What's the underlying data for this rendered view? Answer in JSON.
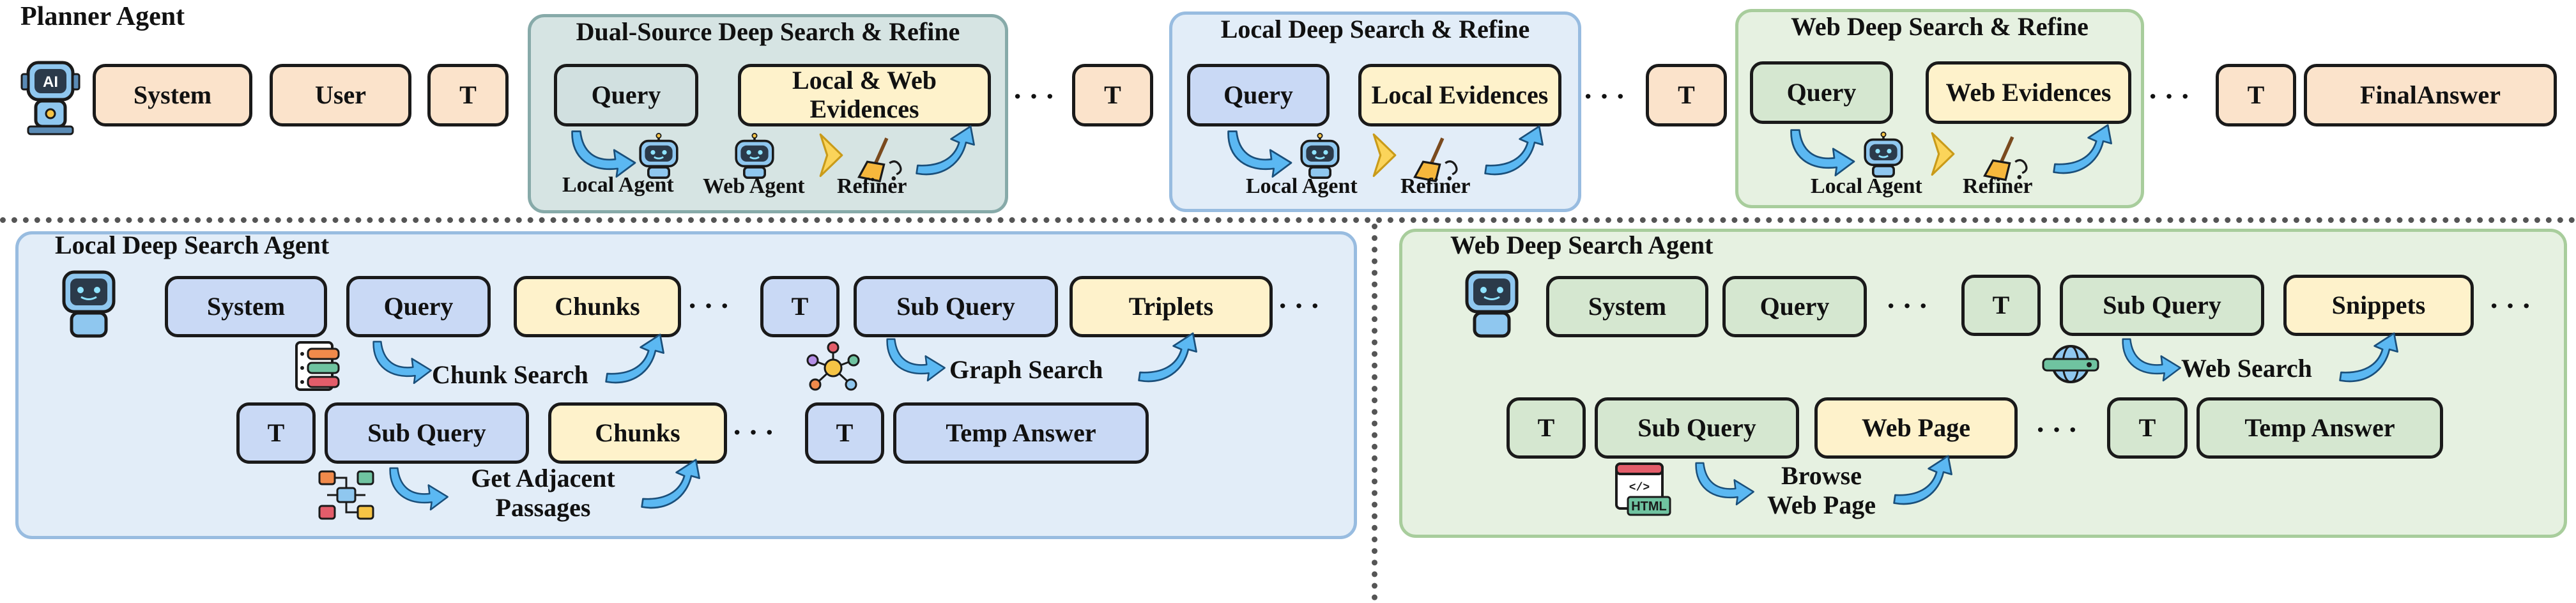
{
  "planner": {
    "title": "Planner Agent",
    "tokens": {
      "system": "System",
      "user": "User",
      "t1": "T",
      "t2": "T",
      "t3": "T",
      "t4": "T",
      "final": "FinalAnswer"
    }
  },
  "dual_source": {
    "title": "Dual-Source Deep Search & Refine",
    "query": "Query",
    "evidences": "Local & Web Evidences",
    "local_agent": "Local Agent",
    "web_agent": "Web Agent",
    "refiner": "Refiner"
  },
  "local_refine": {
    "title": "Local Deep Search & Refine",
    "query": "Query",
    "evidences": "Local Evidences",
    "local_agent": "Local Agent",
    "refiner": "Refiner"
  },
  "web_refine": {
    "title": "Web Deep Search & Refine",
    "query": "Query",
    "evidences": "Web Evidences",
    "local_agent": "Local Agent",
    "refiner": "Refiner"
  },
  "local_agent_panel": {
    "title": "Local Deep Search Agent",
    "row1": {
      "system": "System",
      "query": "Query",
      "chunks": "Chunks",
      "t": "T",
      "sub_query": "Sub Query",
      "triplets": "Triplets"
    },
    "chunk_search": "Chunk Search",
    "graph_search": "Graph Search",
    "row2": {
      "t": "T",
      "sub_query": "Sub Query",
      "chunks": "Chunks",
      "t2": "T",
      "temp_answer": "Temp Answer"
    },
    "adjacent": "Get Adjacent Passages"
  },
  "web_agent_panel": {
    "title": "Web Deep Search Agent",
    "row1": {
      "system": "System",
      "query": "Query",
      "t": "T",
      "sub_query": "Sub Query",
      "snippets": "Snippets"
    },
    "web_search": "Web Search",
    "row2": {
      "t": "T",
      "sub_query": "Sub Query",
      "web_page": "Web Page",
      "t2": "T",
      "temp_answer": "Temp Answer"
    },
    "browse": "Browse Web Page"
  },
  "icons": {
    "html_badge": "HTML",
    "ai_badge": "AI"
  },
  "colors": {
    "orange": "#fbe3cb",
    "yellow": "#fef2cb",
    "blue": "#c9d9f5",
    "green": "#d5e7d0",
    "teal": "#d1e0e0",
    "arrow_fill": "#5bb8f2",
    "refiner_arrow": "#fbd45a"
  }
}
